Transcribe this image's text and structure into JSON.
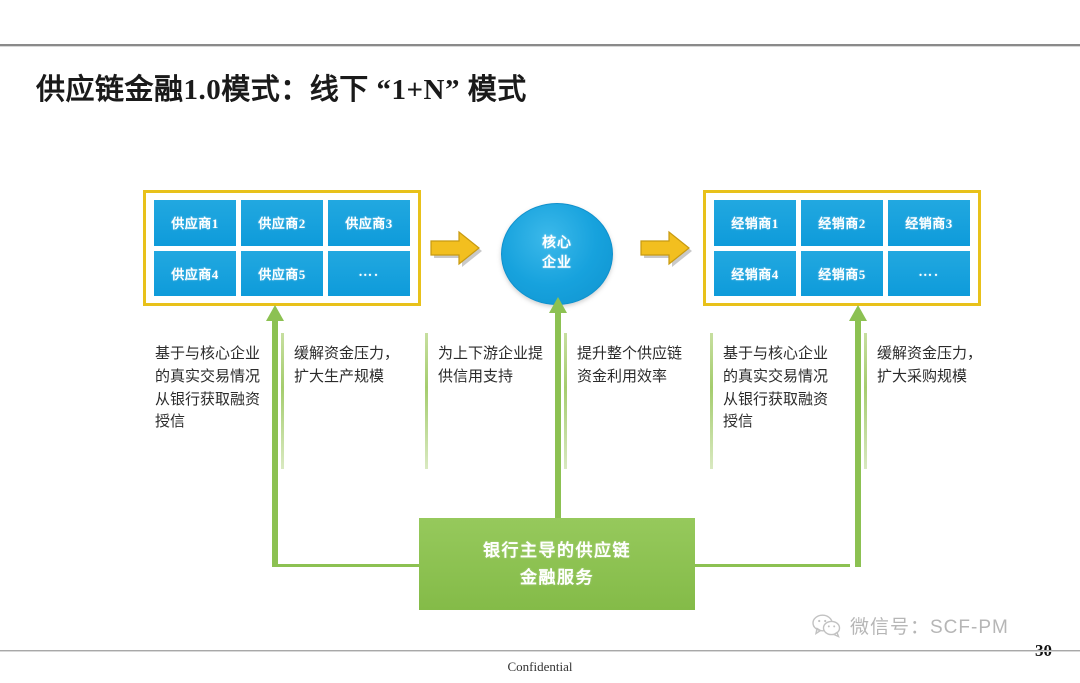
{
  "slide": {
    "title": "供应链金融1.0模式：线下 “1+N” 模式",
    "footer_label": "Confidential",
    "page_number": "30"
  },
  "colors": {
    "tile_blue": "#18a2dd",
    "group_border_gold": "#e8c11a",
    "arrow_gold": "#f0bc1e",
    "service_green": "#8cc152",
    "connector_green": "#8cc152",
    "title_black": "#1a1a1a"
  },
  "groups": {
    "left": {
      "name": "suppliers",
      "tiles": [
        {
          "label": "供应商1"
        },
        {
          "label": "供应商2"
        },
        {
          "label": "供应商3"
        },
        {
          "label": "供应商4"
        },
        {
          "label": "供应商5"
        },
        {
          "label": "…."
        }
      ]
    },
    "right": {
      "name": "distributors",
      "tiles": [
        {
          "label": "经销商1"
        },
        {
          "label": "经销商2"
        },
        {
          "label": "经销商3"
        },
        {
          "label": "经销商4"
        },
        {
          "label": "经销商5"
        },
        {
          "label": "…."
        }
      ]
    }
  },
  "core": {
    "line1": "核心",
    "line2": "企业"
  },
  "service_box": {
    "line1": "银行主导的供应链",
    "line2": "金融服务"
  },
  "benefits": [
    {
      "text": "基于与核心企业的真实交易情况从银行获取融资授信"
    },
    {
      "text": "缓解资金压力，扩大生产规模"
    },
    {
      "text": "为上下游企业提供信用支持"
    },
    {
      "text": "提升整个供应链资金利用效率"
    },
    {
      "text": "基于与核心企业的真实交易情况从银行获取融资授信"
    },
    {
      "text": "缓解资金压力，扩大采购规模"
    }
  ],
  "watermark": {
    "icon": "wechat-icon",
    "text": "微信号：SCF-PM"
  }
}
